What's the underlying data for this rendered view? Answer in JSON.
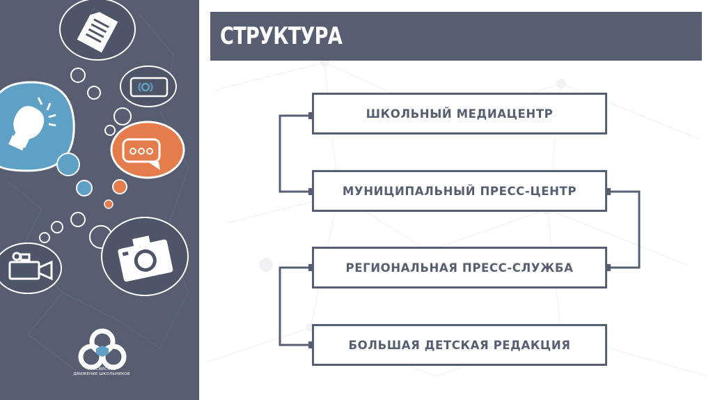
{
  "slide": {
    "title": "СТРУКТУРА",
    "levels": [
      {
        "label": "ШКОЛЬНЫЙ МЕДИАЦЕНТР"
      },
      {
        "label": "МУНИЦИПАЛЬНЫЙ ПРЕСС-ЦЕНТР"
      },
      {
        "label": "РЕГИОНАЛЬНАЯ ПРЕСС-СЛУЖБА"
      },
      {
        "label": "БОЛЬШАЯ ДЕТСКАЯ РЕДАКЦИЯ"
      }
    ]
  },
  "logo": {
    "line1": "РОССИЙСКОЕ",
    "line2": "ДВИЖЕНИЕ ШКОЛЬНИКОВ"
  },
  "colors": {
    "panel": "#575e72",
    "accent_blue": "#5fa0c6",
    "accent_orange": "#e57c4b",
    "box_border": "#575e72"
  },
  "icons": [
    "document-icon",
    "smartphone-icon",
    "lightbulb-icon",
    "chat-bubble-icon",
    "video-camera-icon",
    "photo-camera-icon",
    "logo-icon"
  ]
}
